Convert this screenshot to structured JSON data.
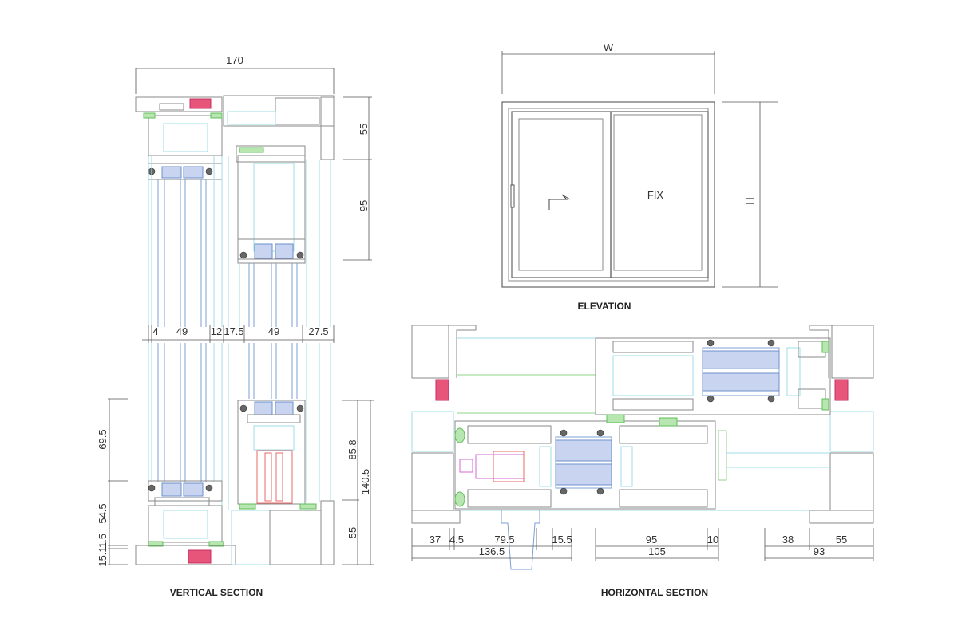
{
  "vertical_section": {
    "title": "VERTICAL SECTION",
    "top_width": "170",
    "right_top": [
      "55",
      "95"
    ],
    "mid_row": [
      "4",
      "49",
      "12",
      "17.5",
      "49",
      "27.5"
    ],
    "left_bottom": [
      "69.5",
      "54.5",
      "1.5",
      "15.1"
    ],
    "right_bottom": [
      "85.8",
      "140.5",
      "55"
    ]
  },
  "elevation": {
    "title": "ELEVATION",
    "width_label": "W",
    "height_label": "H",
    "fixed_label": "FIX"
  },
  "horizontal_section": {
    "title": "HORIZONTAL SECTION",
    "row1": [
      "37",
      "4.5",
      "79.5",
      "15.5",
      "95",
      "10",
      "38",
      "55"
    ],
    "row2": [
      "136.5",
      "105",
      "93"
    ]
  },
  "colors": {
    "frame": "#8a8a8a",
    "thermal_break": "#9fdcea",
    "glass": "#7d9fd6",
    "gasket": "#5fbf5a",
    "seal": "#e8557a"
  }
}
